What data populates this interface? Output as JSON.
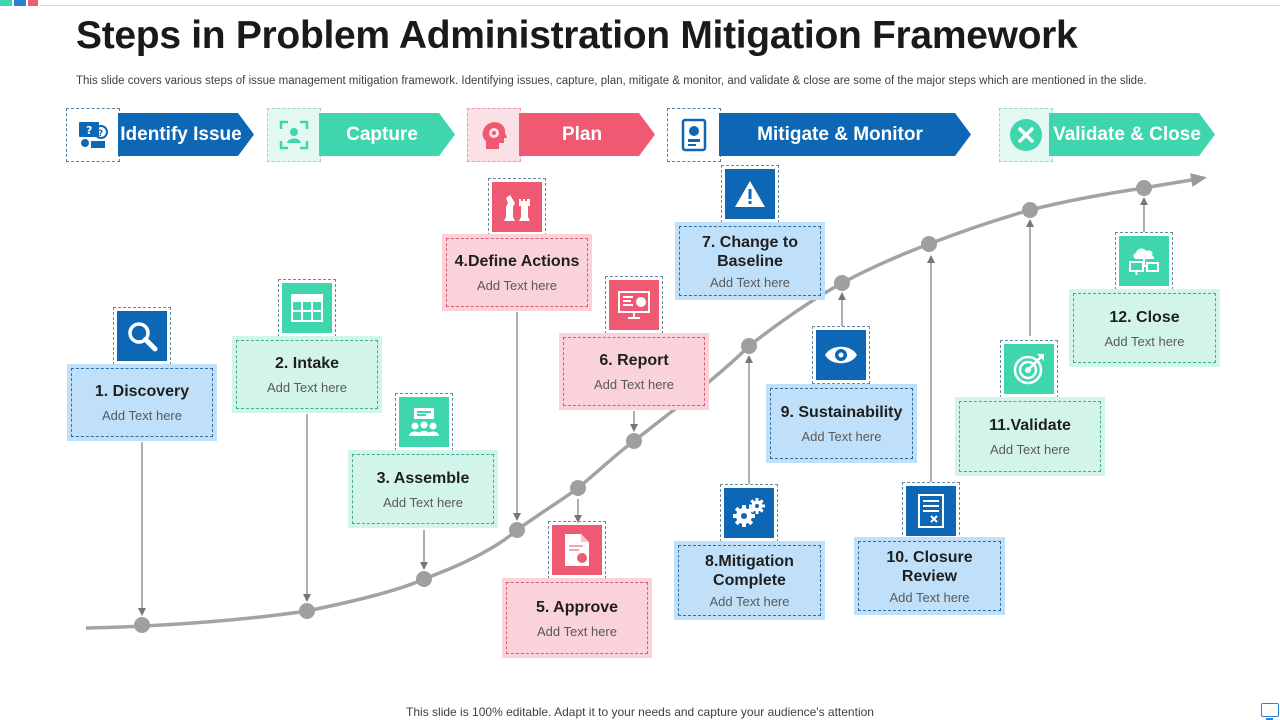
{
  "header": {
    "title": "Steps in Problem Administration Mitigation Framework",
    "subtitle": "This slide covers various steps of issue management mitigation framework. Identifying issues, capture, plan, mitigate & monitor, and validate & close are some of the major steps which are mentioned in the slide."
  },
  "phases": [
    {
      "label": "Identify Issue",
      "icon": "identify-issue-icon",
      "color": "#0d67b5"
    },
    {
      "label": "Capture",
      "icon": "capture-icon",
      "color": "#3fd5ad"
    },
    {
      "label": "Plan",
      "icon": "plan-head-gear-icon",
      "color": "#ef5a72"
    },
    {
      "label": "Mitigate & Monitor",
      "icon": "mitigate-monitor-icon",
      "color": "#0d67b5"
    },
    {
      "label": "Validate & Close",
      "icon": "close-x-icon",
      "color": "#3fd5ad"
    }
  ],
  "steps": [
    {
      "title": "1. Discovery",
      "text": "Add Text here",
      "icon": "magnifier-icon"
    },
    {
      "title": "2. Intake",
      "text": "Add Text here",
      "icon": "table-grid-icon"
    },
    {
      "title": "3. Assemble",
      "text": "Add Text here",
      "icon": "team-meeting-icon"
    },
    {
      "title": "4.Define Actions",
      "text": "Add Text here",
      "icon": "chess-strategy-icon"
    },
    {
      "title": "5. Approve",
      "text": "Add Text here",
      "icon": "approved-document-icon"
    },
    {
      "title": "6. Report",
      "text": "Add Text here",
      "icon": "report-presentation-icon"
    },
    {
      "title": "7. Change to Baseline",
      "text": "Add Text here",
      "icon": "warning-triangle-icon"
    },
    {
      "title": "8.Mitigation Complete",
      "text": "Add Text here",
      "icon": "gears-icon"
    },
    {
      "title": "9. Sustainability",
      "text": "Add Text here",
      "icon": "eye-icon"
    },
    {
      "title": "10. Closure Review",
      "text": "Add Text here",
      "icon": "review-document-icon"
    },
    {
      "title": "11.Validate",
      "text": "Add Text here",
      "icon": "target-icon"
    },
    {
      "title": "12. Close",
      "text": "Add Text here",
      "icon": "cloud-network-icon"
    }
  ],
  "footer": {
    "text": "This slide is 100% editable. Adapt it to your needs and capture your audience's attention"
  }
}
